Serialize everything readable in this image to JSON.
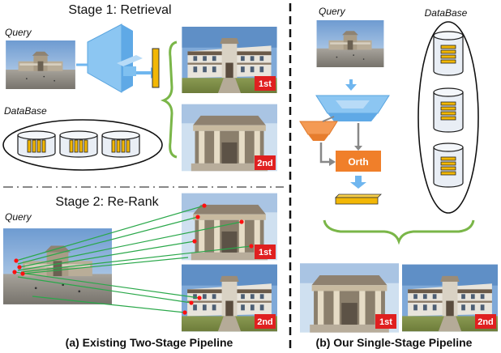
{
  "left": {
    "stage1_title": "Stage 1: Retrieval",
    "query_label": "Query",
    "database_label": "DataBase",
    "stage2_title": "Stage 2: Re-Rank",
    "query2_label": "Query",
    "rank1": "1st",
    "rank2": "2nd",
    "rank1_b": "1st",
    "rank2_b": "2nd",
    "caption": "(a) Existing Two-Stage Pipeline"
  },
  "right": {
    "query_label": "Query",
    "database_label": "DataBase",
    "orth_label": "Orth",
    "rank1": "1st",
    "rank2": "2nd",
    "caption": "(b) Our Single-Stage Pipeline"
  },
  "colors": {
    "cnn_blue": "#6fb6ef",
    "orange": "#f08a3c",
    "feature_yellow": "#f2b705",
    "green_line": "#2aa84a",
    "brace_green": "#7ab648",
    "red_badge": "#e02020",
    "dot_red": "#ff1010"
  }
}
